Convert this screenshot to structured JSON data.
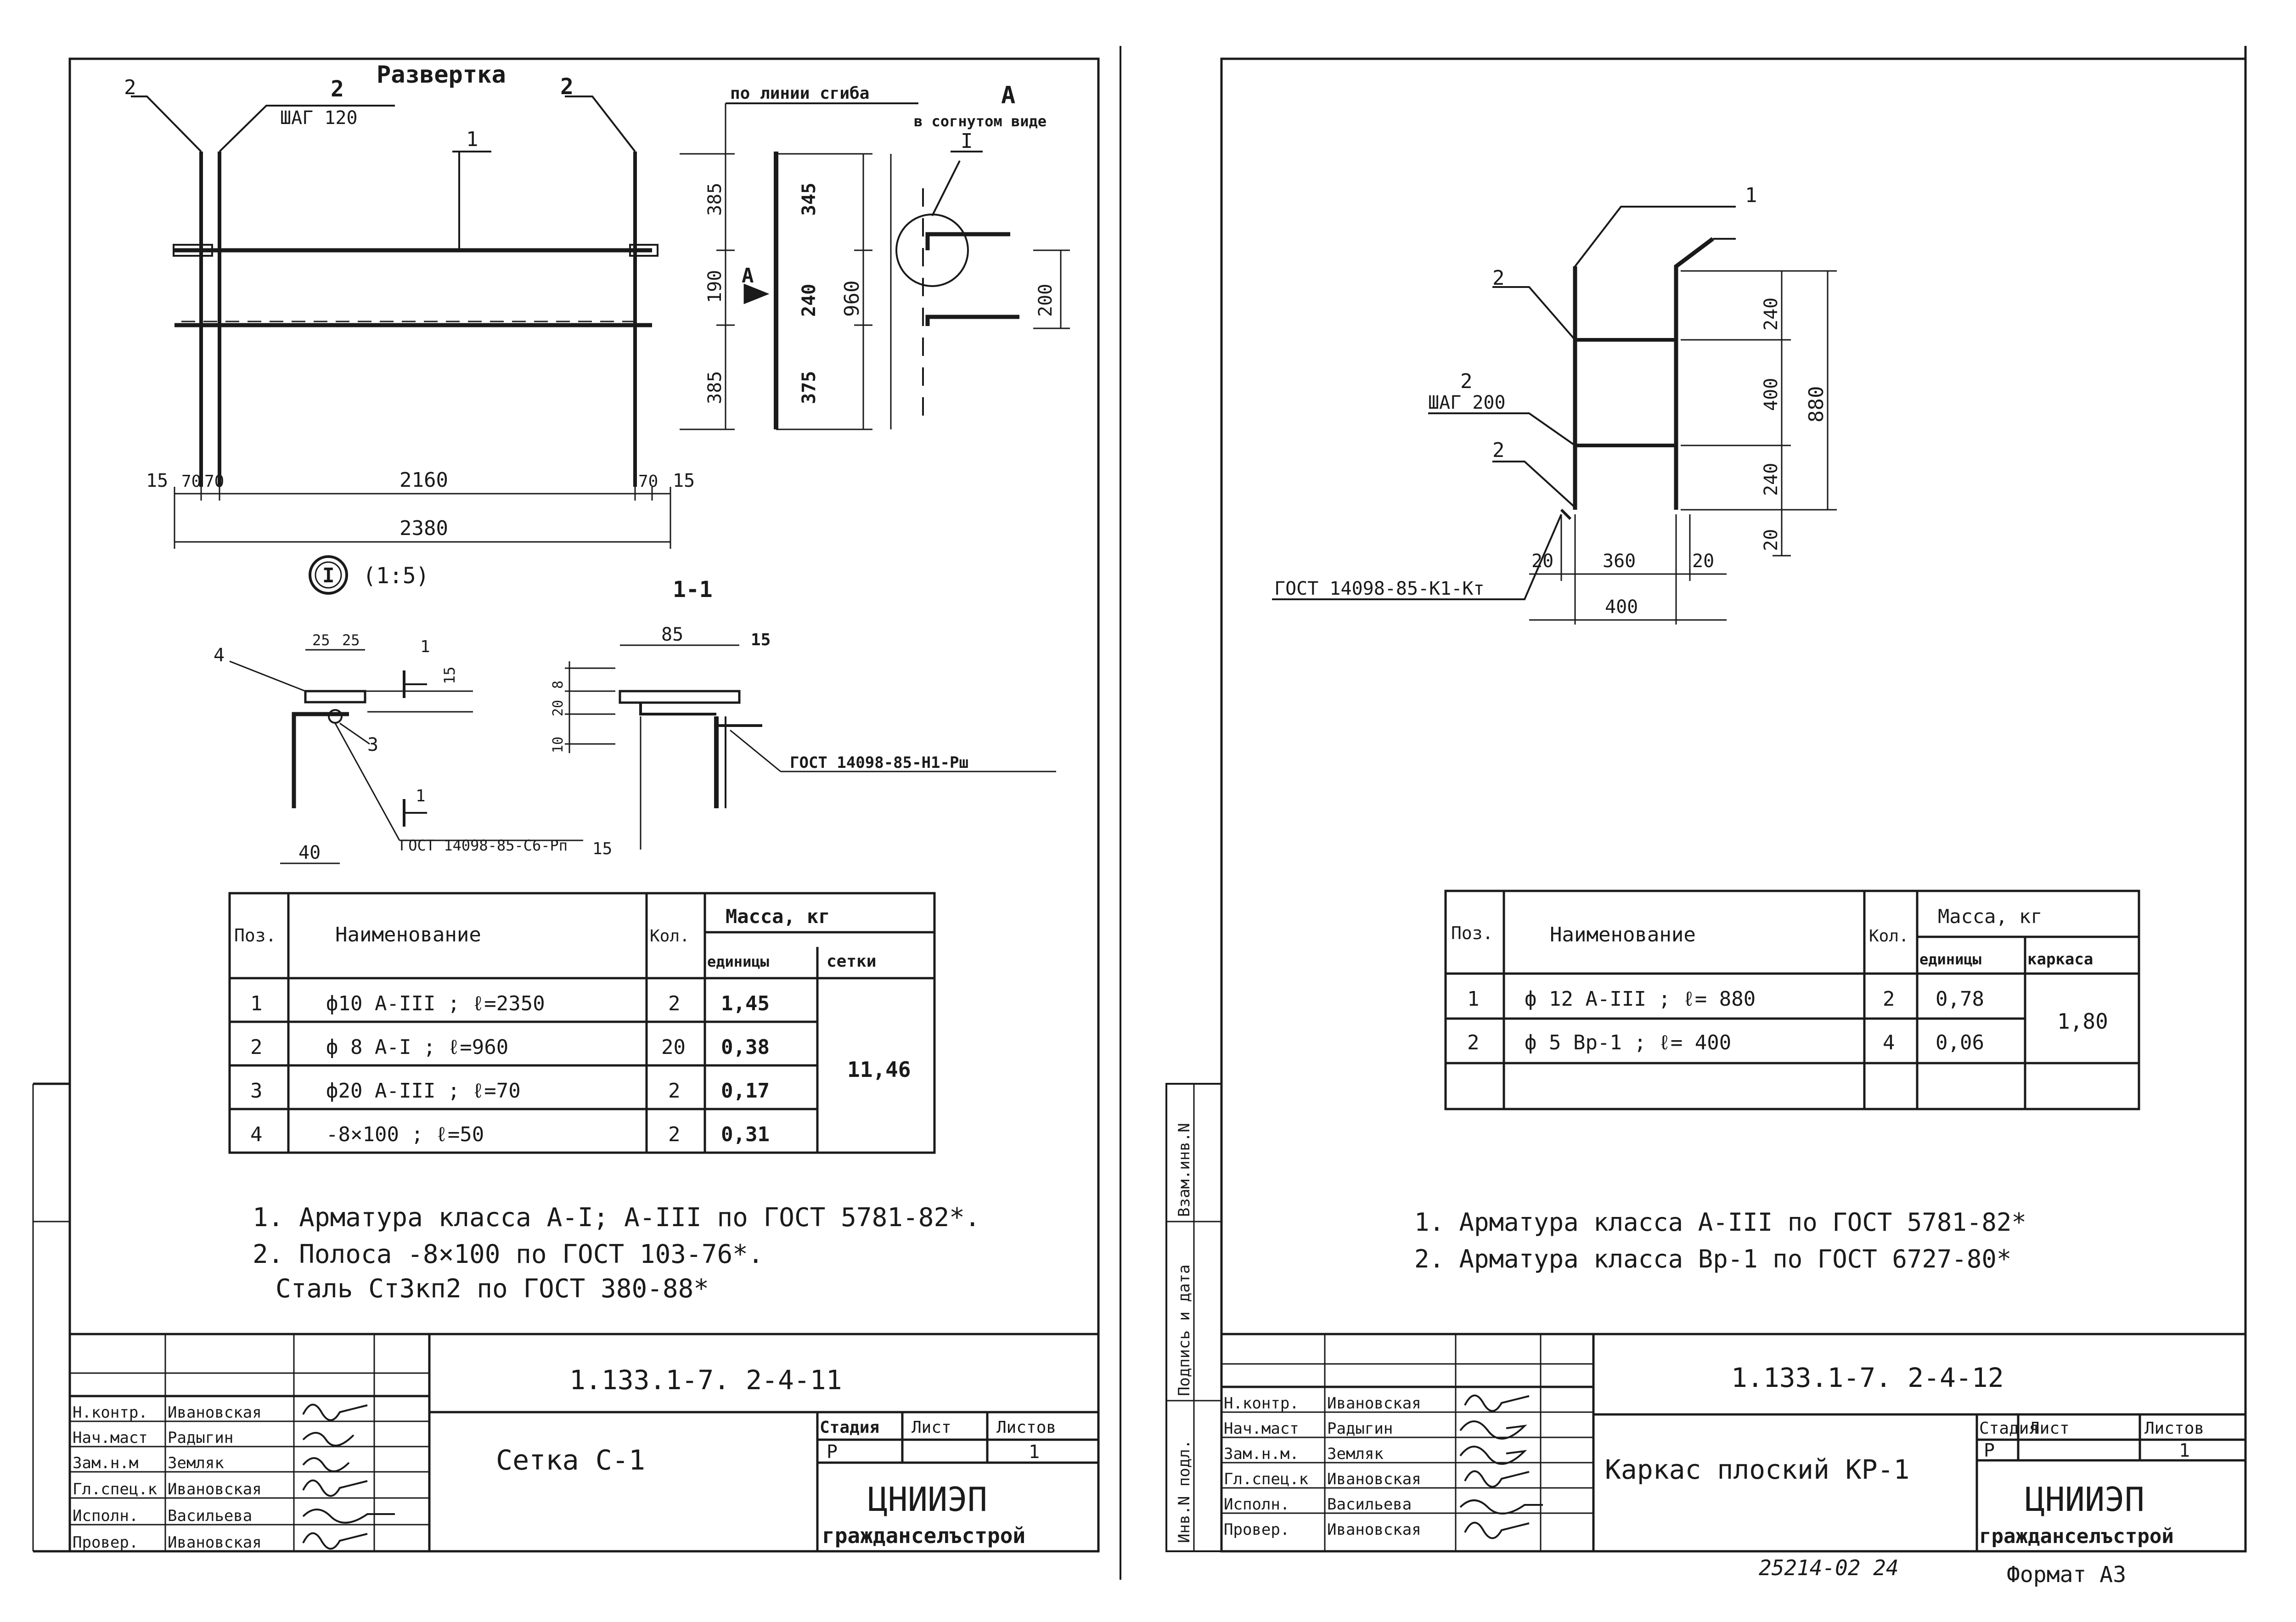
{
  "left": {
    "razvertka_title": "Развертка",
    "pos2_a": "2",
    "pos2_b": "2",
    "pos2_c": "2",
    "pos1": "1",
    "shag": "ШАГ 120",
    "dims_h": {
      "d15a": "15",
      "d70a": "70",
      "d70b": "70",
      "d2160": "2160",
      "d70c": "70",
      "d15b": "15",
      "d2380": "2380"
    },
    "dims_v": {
      "d385a": "385",
      "d190": "190",
      "d385b": "385",
      "d345": "345",
      "d240": "240",
      "d960": "960",
      "d375": "375",
      "d200": "200"
    },
    "bend_label": "по линии сгиба",
    "view_letter": "А",
    "bent_view": "в согнутом виде",
    "roman_I": "I",
    "arrow_A": "А",
    "detail_I_scale": "(1:5)",
    "detail_I_label": "I",
    "section_11": "1-1",
    "detail": {
      "d25a": "25",
      "d25b": "25",
      "d15": "15",
      "d40": "40",
      "d15b": "15",
      "pos4": "4",
      "pos3": "3",
      "cut1a": "1",
      "cut1b": "1",
      "gost_a": "ГОСТ 14098-85-С6-Рп",
      "d85": "85",
      "d15c": "15",
      "d8": "8",
      "d20": "20",
      "d10": "10",
      "gost_b": "ГОСТ 14098-85-Н1-Рш"
    },
    "table": {
      "h_pos": "Поз.",
      "h_name": "Наименование",
      "h_kol": "Кол.",
      "h_mass": "Масса, кг",
      "h_unit": "единицы",
      "h_set": "сетки",
      "rows": [
        {
          "pos": "1",
          "name": "ф10 А-III ;  ℓ=2350",
          "kol": "2",
          "unit": "1,45"
        },
        {
          "pos": "2",
          "name": "ф 8 А-I ;  ℓ=960",
          "kol": "20",
          "unit": "0,38"
        },
        {
          "pos": "3",
          "name": "ф20 А-III ;  ℓ=70",
          "kol": "2",
          "unit": "0,17"
        },
        {
          "pos": "4",
          "name": "-8×100 ;  ℓ=50",
          "kol": "2",
          "unit": "0,31"
        }
      ],
      "total": "11,46"
    },
    "notes": [
      "1. Арматура класса А-I; А-III по ГОСТ 5781-82*.",
      "2. Полоса -8×100 по ГОСТ 103-76*.",
      "Сталь Ст3кп2 по ГОСТ 380-88*"
    ],
    "stamp": {
      "code": "1.133.1-7. 2-4-11",
      "title": "Сетка С-1",
      "stadiya": "Стадия",
      "list": "Лист",
      "listov": "Листов",
      "stadiya_v": "Р",
      "listov_v": "1",
      "org1": "ЦНИИЭП",
      "org2": "гражданселъстрой",
      "roles": [
        {
          "role": "Н.контр.",
          "name": "Ивановская"
        },
        {
          "role": "Нач.маст",
          "name": "Радыгин"
        },
        {
          "role": "Зам.н.м",
          "name": "Земляк"
        },
        {
          "role": "Гл.спец.к",
          "name": "Ивановская"
        },
        {
          "role": "Исполн.",
          "name": "Васильева"
        },
        {
          "role": "Провер.",
          "name": "Ивановская"
        }
      ]
    }
  },
  "right": {
    "pos1": "1",
    "pos2a": "2",
    "pos2b": "2",
    "pos2c": "2",
    "shag": "ШАГ 200",
    "gost": "ГОСТ 14098-85-К1-Кт",
    "dims": {
      "d240a": "240",
      "d400": "400",
      "d880": "880",
      "d240b": "240",
      "d20v": "20",
      "d20a": "20",
      "d360": "360",
      "d20b": "20",
      "d400h": "400"
    },
    "table": {
      "h_pos": "Поз.",
      "h_name": "Наименование",
      "h_kol": "Кол.",
      "h_mass": "Масса, кг",
      "h_unit": "единицы",
      "h_set": "каркаса",
      "rows": [
        {
          "pos": "1",
          "name": "ф 12 А-III ;  ℓ= 880",
          "kol": "2",
          "unit": "0,78"
        },
        {
          "pos": "2",
          "name": "ф 5  Вр-1 ;   ℓ= 400",
          "kol": "4",
          "unit": "0,06"
        }
      ],
      "total": "1,80"
    },
    "notes": [
      "1. Арматура класса А-III по ГОСТ 5781-82*",
      "2. Арматура класса Вр-1 по ГОСТ 6727-80*"
    ],
    "stamp": {
      "code": "1.133.1-7. 2-4-12",
      "title": "Каркас плоский КР-1",
      "stadiya": "Стадия",
      "list": "Лист",
      "listov": "Листов",
      "stadiya_v": "Р",
      "listov_v": "1",
      "org1": "ЦНИИЭП",
      "org2": "гражданселъстрой",
      "roles": [
        {
          "role": "Н.контр.",
          "name": "Ивановская"
        },
        {
          "role": "Нач.маст",
          "name": "Радыгин"
        },
        {
          "role": "Зам.н.м.",
          "name": "Земляк"
        },
        {
          "role": "Гл.спец.к",
          "name": "Ивановская"
        },
        {
          "role": "Исполн.",
          "name": "Васильева"
        },
        {
          "role": "Провер.",
          "name": "Ивановская"
        }
      ]
    },
    "side_labels": [
      "Инв.N подл.",
      "Подпись и дата",
      "Взам.инв.N"
    ],
    "footer_num": "25214-02  24",
    "format": "Формат А3"
  }
}
